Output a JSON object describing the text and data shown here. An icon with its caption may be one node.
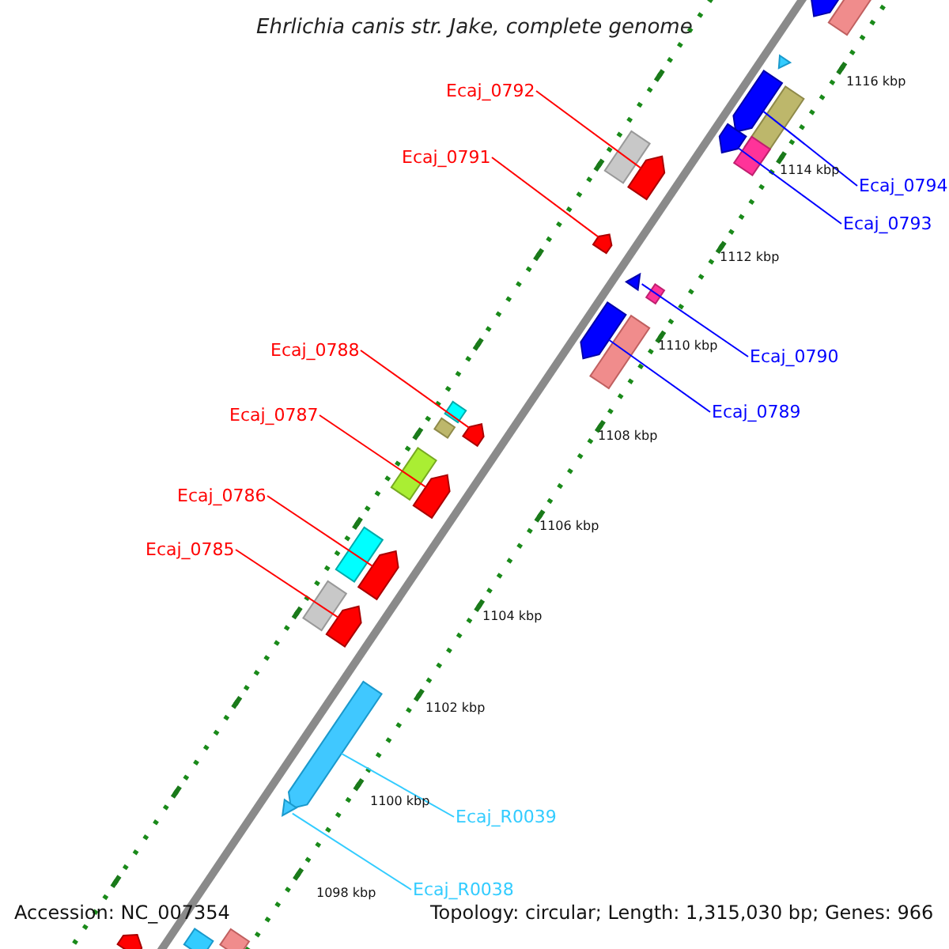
{
  "diagram": {
    "title": "Ehrlichia canis str. Jake, complete genome",
    "nodes": [
      {
        "text": [
          "Ecaj_0792"
        ]
      },
      {
        "text": [
          "Ecaj_0791"
        ]
      },
      {
        "text": [
          "Ecaj_0788"
        ]
      },
      {
        "text": [
          "Ecaj_0787"
        ]
      },
      {
        "text": [
          "Ecaj_0786"
        ]
      },
      {
        "text": [
          "Ecaj_0785"
        ]
      },
      {
        "text": [
          "Ecaj_0794"
        ]
      },
      {
        "text": [
          "Ecaj_0793"
        ]
      },
      {
        "text": [
          "Ecaj_0790"
        ]
      },
      {
        "text": [
          "Ecaj_0789"
        ]
      },
      {
        "text": [
          "Ecaj_R0039"
        ]
      },
      {
        "text": [
          "Ecaj_R0038"
        ]
      },
      {
        "text": [],
        "shape": "arrow"
      },
      {
        "text": [],
        "shape": "arrow"
      },
      {
        "text": [],
        "shape": "arrow"
      },
      {
        "text": [],
        "shape": "arrow"
      },
      {
        "text": [],
        "shape": "arrow"
      },
      {
        "text": [],
        "shape": "arrow"
      },
      {
        "text": [],
        "shape": "arrow"
      },
      {
        "text": [],
        "shape": "arrow"
      },
      {
        "text": [],
        "shape": "triangle"
      },
      {
        "text": [],
        "shape": "arrow"
      },
      {
        "text": [],
        "shape": "arrow"
      },
      {
        "text": [],
        "shape": "triangle"
      },
      {
        "text": [],
        "shape": "arrow"
      },
      {
        "text": [],
        "shape": "box"
      },
      {
        "text": [],
        "shape": "triangle"
      },
      {
        "text": [],
        "shape": "box"
      },
      {
        "text": [],
        "shape": "box"
      },
      {
        "text": [],
        "shape": "box"
      },
      {
        "text": [],
        "shape": "box"
      },
      {
        "text": [],
        "shape": "box"
      },
      {
        "text": [],
        "shape": "box"
      },
      {
        "text": [],
        "shape": "box"
      },
      {
        "text": [],
        "shape": "box"
      },
      {
        "text": [],
        "shape": "box"
      },
      {
        "text": [],
        "shape": "box"
      },
      {
        "text": [],
        "shape": "box"
      },
      {
        "text": [],
        "shape": "box"
      },
      {
        "text": [],
        "shape": "arrow"
      }
    ],
    "edges": [
      {
        "from": 0,
        "to": 12,
        "arrow": "none"
      },
      {
        "from": 1,
        "to": 13,
        "arrow": "none"
      },
      {
        "from": 2,
        "to": 14,
        "arrow": "none"
      },
      {
        "from": 3,
        "to": 15,
        "arrow": "none"
      },
      {
        "from": 4,
        "to": 16,
        "arrow": "none"
      },
      {
        "from": 5,
        "to": 17,
        "arrow": "none"
      },
      {
        "from": 6,
        "to": 18,
        "arrow": "none",
        "color": "#0000ff"
      },
      {
        "from": 7,
        "to": 19,
        "arrow": "none",
        "color": "#0000ff"
      },
      {
        "from": 8,
        "to": 20,
        "arrow": "none",
        "color": "#0000ff"
      },
      {
        "from": 9,
        "to": 21,
        "arrow": "none",
        "color": "#0000ff"
      },
      {
        "from": 10,
        "to": 22,
        "arrow": "none",
        "color": "#33ccff"
      },
      {
        "from": 11,
        "to": 23,
        "arrow": "none",
        "color": "#33ccff"
      }
    ],
    "labels": [
      "1116 kbp",
      "1114 kbp",
      "1112 kbp",
      "1110 kbp",
      "1108 kbp",
      "1106 kbp",
      "1104 kbp",
      "1102 kbp",
      "1100 kbp",
      "1098 kbp",
      "Accession: NC_007354",
      "Topology: circular; Length: 1,315,030 bp; Genes: 966"
    ]
  }
}
